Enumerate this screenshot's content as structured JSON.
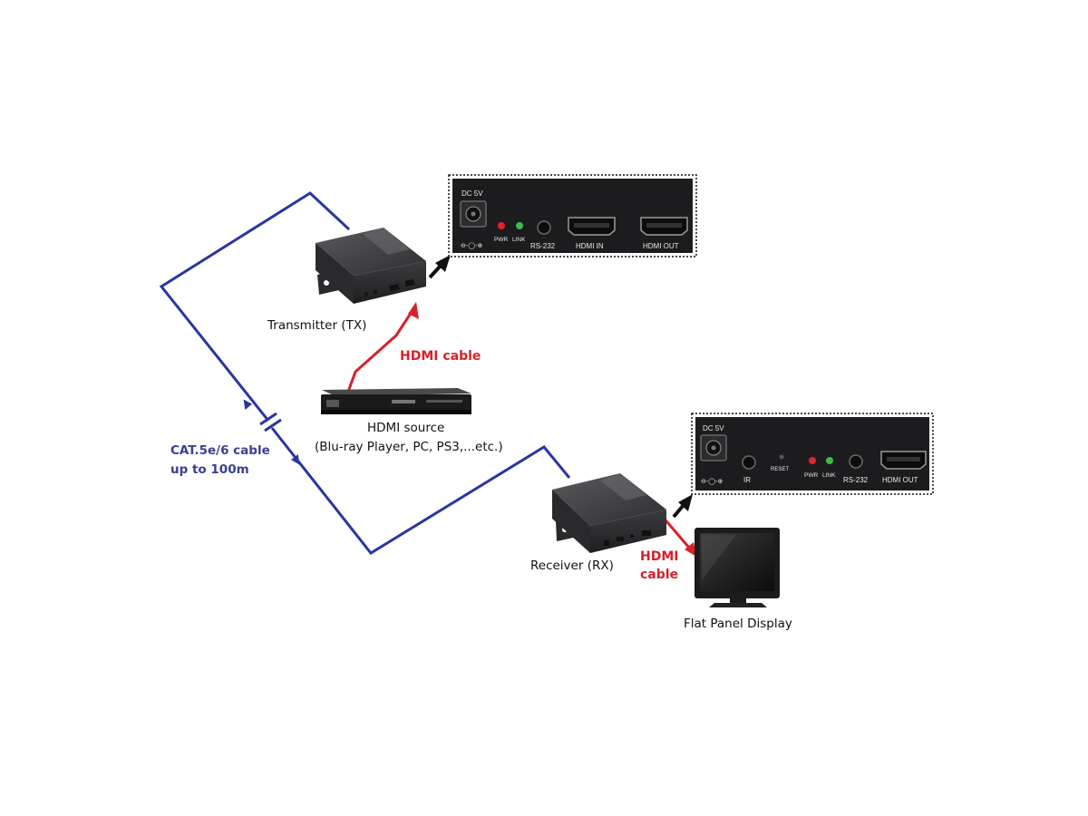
{
  "colors": {
    "cat_cable": "#2b35a0",
    "hdmi_cable": "#d7212b",
    "device_body": "#3a3a3c",
    "panel_bg": "#1c1c1e",
    "led_red": "#e0242d",
    "led_green": "#3fb94a"
  },
  "labels": {
    "transmitter": "Transmitter (TX)",
    "receiver": "Receiver (RX)",
    "hdmi_cable_top": "HDMI  cable",
    "hdmi_cable_bottom_line1": "HDMI",
    "hdmi_cable_bottom_line2": "cable",
    "source_line1": "HDMI source",
    "source_line2": "(Blu-ray Player, PC, PS3,...etc.)",
    "cat_line1": "CAT.5e/6 cable",
    "cat_line2": "up to 100m",
    "display": "Flat Panel Display"
  },
  "tx_panel": {
    "dc": "DC 5V",
    "pwr": "PWR",
    "link": "LINK",
    "rs232": "RS-232",
    "hdmi_in": "HDMI IN",
    "hdmi_out": "HDMI OUT",
    "ground": "⊖-◯-⊕"
  },
  "rx_panel": {
    "dc": "DC 5V",
    "ir": "IR",
    "reset": "RESET",
    "pwr": "PWR",
    "link": "LINK",
    "rs232": "RS-232",
    "hdmi_out": "HDMI OUT",
    "ground": "⊖-◯-⊕"
  }
}
